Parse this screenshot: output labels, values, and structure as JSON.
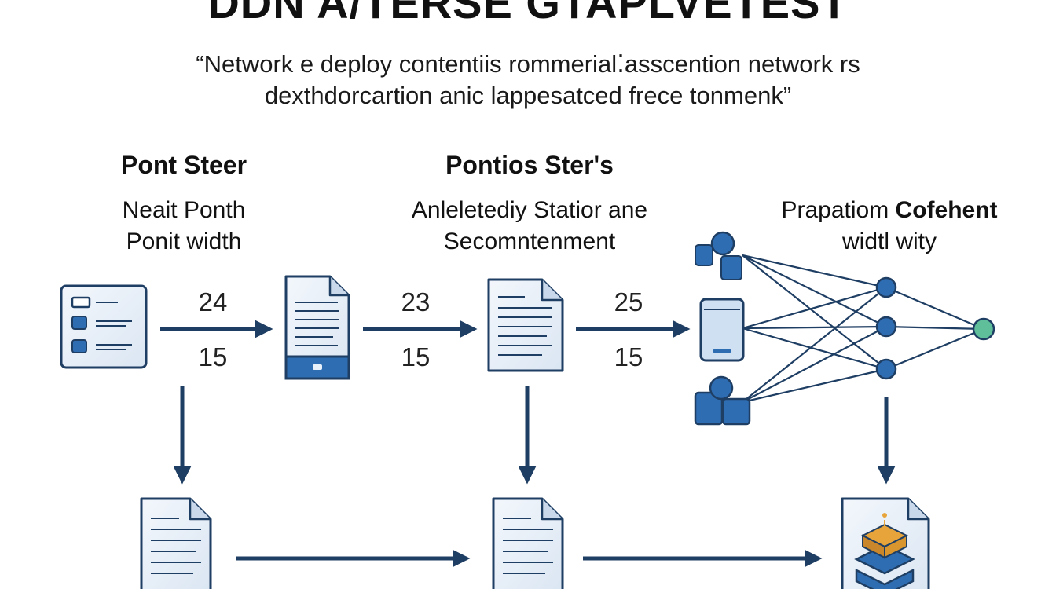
{
  "title": "DDN A/TERSE GTAPLVETEST",
  "subtitle": {
    "line1": "“Network e deploy contentiis rommerial⁚asscention network rs",
    "line2": "dexthdorcartion anic lappesatced frece tonmenk”"
  },
  "stages": [
    {
      "title": "Pont Steer",
      "desc_line1": "Neait Ponth",
      "desc_line2": "Ponit width"
    },
    {
      "title": "Pontios Ster's",
      "desc_line1": "Anleletediy Statior ane",
      "desc_line2": "Secomntenment"
    },
    {
      "title": "",
      "desc_line1_prefix": "Prapatiom ",
      "desc_line1_bold": "Cofehent",
      "desc_line2": "widtl wity"
    }
  ],
  "arrow_labels": [
    {
      "top": "24",
      "bottom": "15"
    },
    {
      "top": "23",
      "bottom": "15"
    },
    {
      "top": "25",
      "bottom": "15"
    }
  ],
  "colors": {
    "arrow": "#1f3e63",
    "icon_stroke": "#1f3e63",
    "icon_fill": "#e8f0fa",
    "accent_blue": "#2f6db3",
    "node_green": "#5fbf9a",
    "accent_orange": "#e7a43a"
  },
  "icons": [
    "list-panel-icon",
    "tablet-document-icon",
    "document-icon",
    "network-graph-icon",
    "stacked-layers-icon"
  ]
}
